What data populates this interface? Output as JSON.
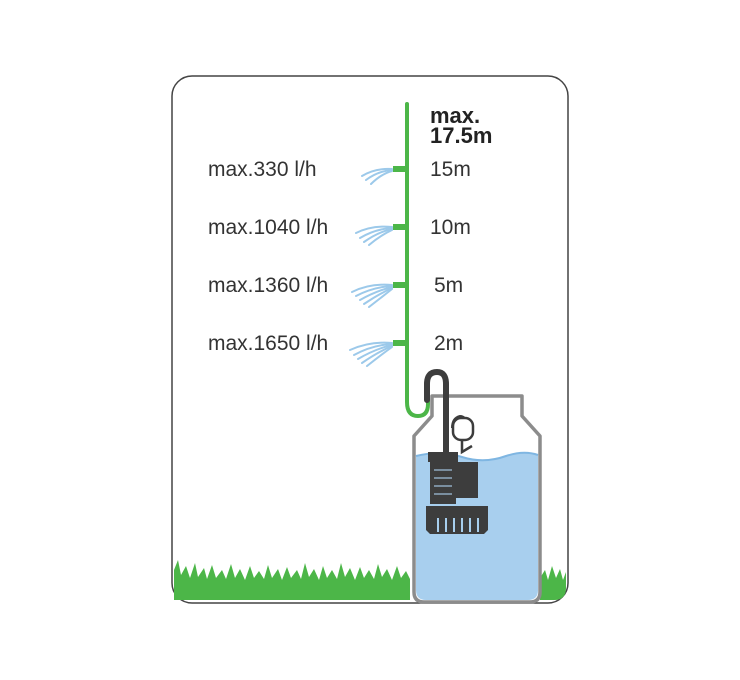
{
  "max_head": {
    "line1": "max.",
    "line2": "17.5m"
  },
  "levels": [
    {
      "flow": "max.330 l/h",
      "height": "15m"
    },
    {
      "flow": "max.1040 l/h",
      "height": "10m"
    },
    {
      "flow": "max.1360 l/h",
      "height": "5m"
    },
    {
      "flow": "max.1650 l/h",
      "height": "2m"
    }
  ],
  "colors": {
    "pipe": "#4cb648",
    "grass": "#4cb648",
    "water": "#a8cfee",
    "water_surface": "#7fb6e2",
    "container_outline": "#8c8c8c",
    "pump": "#3d3d3d",
    "spray": "#9cc9ea",
    "frame": "#444444"
  },
  "icons": [
    "pump-icon",
    "water-container-icon",
    "grass-icon",
    "water-spray-icon"
  ]
}
